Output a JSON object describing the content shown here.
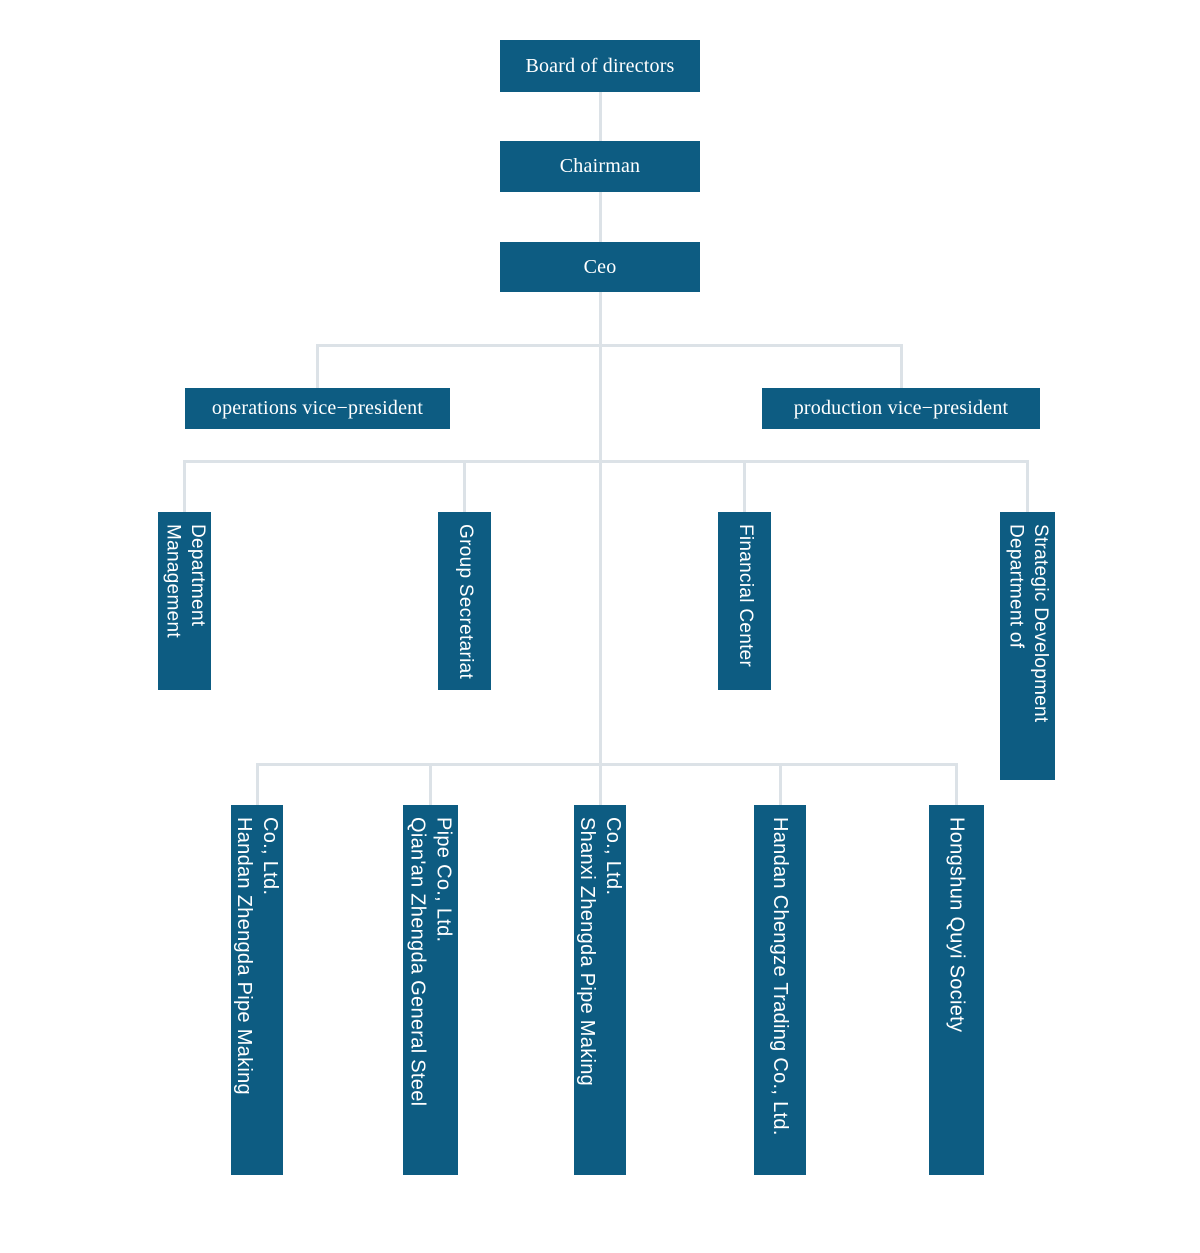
{
  "diagram": {
    "type": "org-chart"
  },
  "colors": {
    "node_fill": "#0d5c82",
    "node_text": "#ffffff",
    "connector": "#dce2e7",
    "background": "#ffffff"
  },
  "nodes": {
    "board": "Board of directors",
    "chairman": "Chairman",
    "ceo": "Ceo",
    "operations_vp": "operations vice−president",
    "production_vp": "production vice−president",
    "management_department": "Management\nDepartment",
    "group_secretariat": "Group Secretariat",
    "financial_center": "Financial Center",
    "strategic_development": "Department of\nStrategic Development",
    "handan_zhengda_pipe": "Handan Zhengda Pipe Making\nCo., Ltd.",
    "qianan_zhengda_steel": "Qian'an Zhengda General Steel\nPipe Co., Ltd.",
    "shanxi_zhengda_pipe": "Shanxi Zhengda Pipe Making\nCo., Ltd.",
    "handan_chengze_trading": "Handan Chengze Trading Co., Ltd.",
    "hongshun_quyi": "Hongshun Quyi Society"
  },
  "edges": [
    [
      "board",
      "chairman"
    ],
    [
      "chairman",
      "ceo"
    ],
    [
      "ceo",
      "operations_vp"
    ],
    [
      "ceo",
      "production_vp"
    ],
    [
      "ceo",
      "management_department"
    ],
    [
      "ceo",
      "group_secretariat"
    ],
    [
      "ceo",
      "financial_center"
    ],
    [
      "ceo",
      "strategic_development"
    ],
    [
      "ceo",
      "handan_zhengda_pipe"
    ],
    [
      "ceo",
      "qianan_zhengda_steel"
    ],
    [
      "ceo",
      "shanxi_zhengda_pipe"
    ],
    [
      "ceo",
      "handan_chengze_trading"
    ],
    [
      "ceo",
      "hongshun_quyi"
    ]
  ]
}
